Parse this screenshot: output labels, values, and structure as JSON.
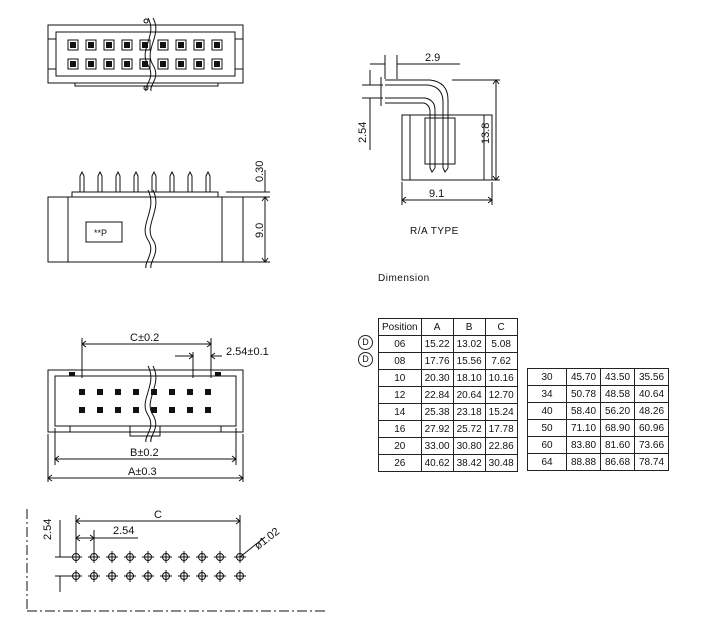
{
  "labels": {
    "ra_type": "R/A TYPE",
    "dimension": "Dimension",
    "dim_2_9": "2.9",
    "dim_2_54_side": "2.54",
    "dim_13_8": "13.8",
    "dim_9_1": "9.1",
    "dim_0_30": "0.30",
    "dim_9_0": "9.0",
    "marking": "**P",
    "dim_c": "C±0.2",
    "dim_pitch": "2.54±0.1",
    "dim_b": "B±0.2",
    "dim_a": "A±0.3",
    "pcb_c": "C",
    "pcb_2_54_h": "2.54",
    "pcb_2_54_v": "2.54",
    "pcb_hole": "ø1.02"
  },
  "table": {
    "headers": [
      "Position",
      "A",
      "B",
      "C"
    ],
    "rows_left": [
      [
        "06",
        "15.22",
        "13.02",
        "5.08"
      ],
      [
        "08",
        "17.76",
        "15.56",
        "7.62"
      ],
      [
        "10",
        "20.30",
        "18.10",
        "10.16"
      ],
      [
        "12",
        "22.84",
        "20.64",
        "12.70"
      ],
      [
        "14",
        "25.38",
        "23.18",
        "15.24"
      ],
      [
        "16",
        "27.92",
        "25.72",
        "17.78"
      ],
      [
        "20",
        "33.00",
        "30.80",
        "22.86"
      ],
      [
        "26",
        "40.62",
        "38.42",
        "30.48"
      ]
    ],
    "rows_right": [
      [
        "30",
        "45.70",
        "43.50",
        "35.56"
      ],
      [
        "34",
        "50.78",
        "48.58",
        "40.64"
      ],
      [
        "40",
        "58.40",
        "56.20",
        "48.26"
      ],
      [
        "50",
        "71.10",
        "68.90",
        "60.96"
      ],
      [
        "60",
        "83.80",
        "81.60",
        "73.66"
      ],
      [
        "64",
        "88.88",
        "86.68",
        "78.74"
      ]
    ],
    "revision_mark": "D"
  }
}
